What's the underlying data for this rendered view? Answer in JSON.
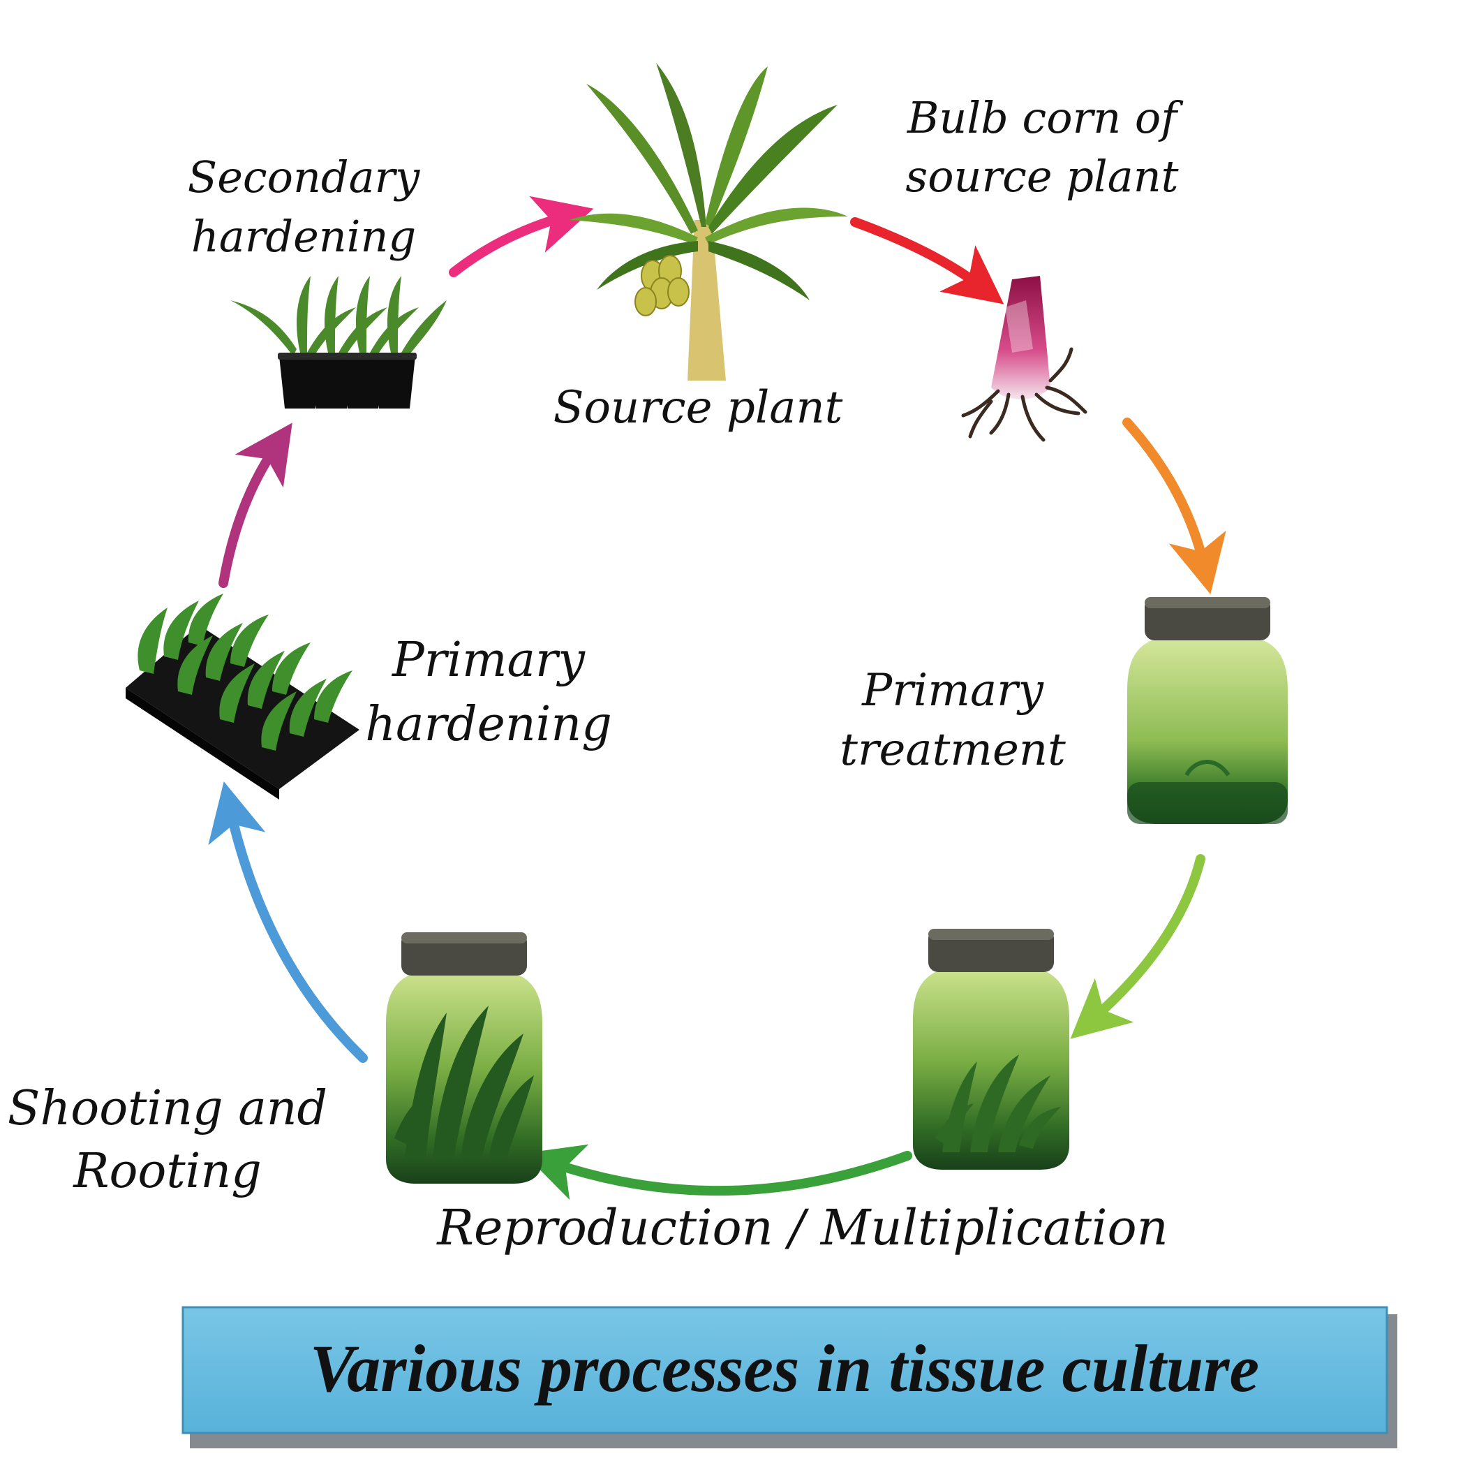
{
  "diagram": {
    "title": "Various processes in tissue culture",
    "nodes": {
      "source_plant": "Source plant",
      "bulb_corn_line1": "Bulb corn of",
      "bulb_corn_line2": "source plant",
      "primary_treatment_line1": "Primary",
      "primary_treatment_line2": "treatment",
      "reproduction": "Reproduction / Multiplication",
      "shooting_line1": "Shooting and",
      "shooting_line2": "Rooting",
      "primary_hardening_line1": "Primary",
      "primary_hardening_line2": "hardening",
      "secondary_hardening_line1": "Secondary",
      "secondary_hardening_line2": "hardening"
    },
    "flow": [
      "source_plant",
      "bulb_corn",
      "primary_treatment",
      "reproduction",
      "shooting_rooting",
      "primary_hardening",
      "secondary_hardening",
      "source_plant"
    ],
    "colors": {
      "arrow_source_to_bulb": "#e8242c",
      "arrow_bulb_to_treatment": "#f08a2a",
      "arrow_treatment_to_multiplication": "#8dc63f",
      "arrow_multiplication_to_shooting": "#3aa13a",
      "arrow_shooting_to_primary": "#4d9ad8",
      "arrow_primary_to_secondary": "#b0347d",
      "arrow_secondary_to_source": "#ec2c7c",
      "title_banner": "#67bde0",
      "leaf_green": "#4f8a26",
      "jar_green": "#3d7a2a",
      "bulb_pink": "#b01a5c"
    }
  }
}
